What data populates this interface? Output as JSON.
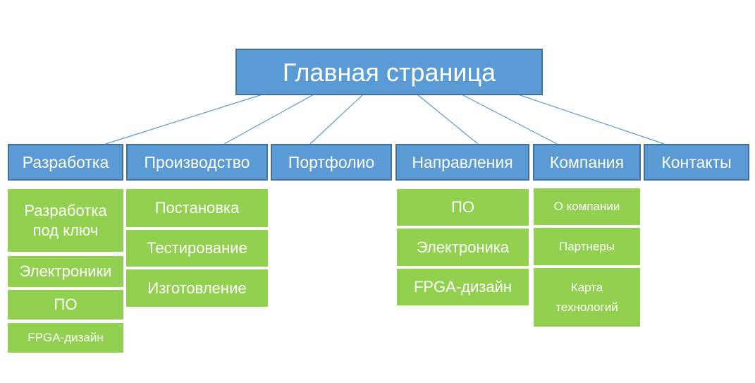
{
  "root": {
    "label": "Главная страница"
  },
  "categories": [
    {
      "label": "Разработка"
    },
    {
      "label": "Производство"
    },
    {
      "label": "Портфолио"
    },
    {
      "label": "Направления"
    },
    {
      "label": "Компания"
    },
    {
      "label": "Контакты"
    }
  ],
  "sections": {
    "razrabotka": [
      "Разработка\nпод ключ",
      "Электроники",
      "ПО",
      "FPGA-дизайн"
    ],
    "proizvodstvo": [
      "Постановка",
      "Тестирование",
      "Изготовление"
    ],
    "napravleniya": [
      "ПО",
      "Электроника",
      "FPGA-дизайн"
    ],
    "kompaniya": [
      "О компании",
      "Партнеры",
      "Карта\nтехнологий"
    ]
  },
  "colors": {
    "category_fill": "#5b9bd5",
    "category_border": "#41719c",
    "item_fill": "#92d050",
    "text": "#ffffff",
    "connector": "#5b9bd5"
  }
}
